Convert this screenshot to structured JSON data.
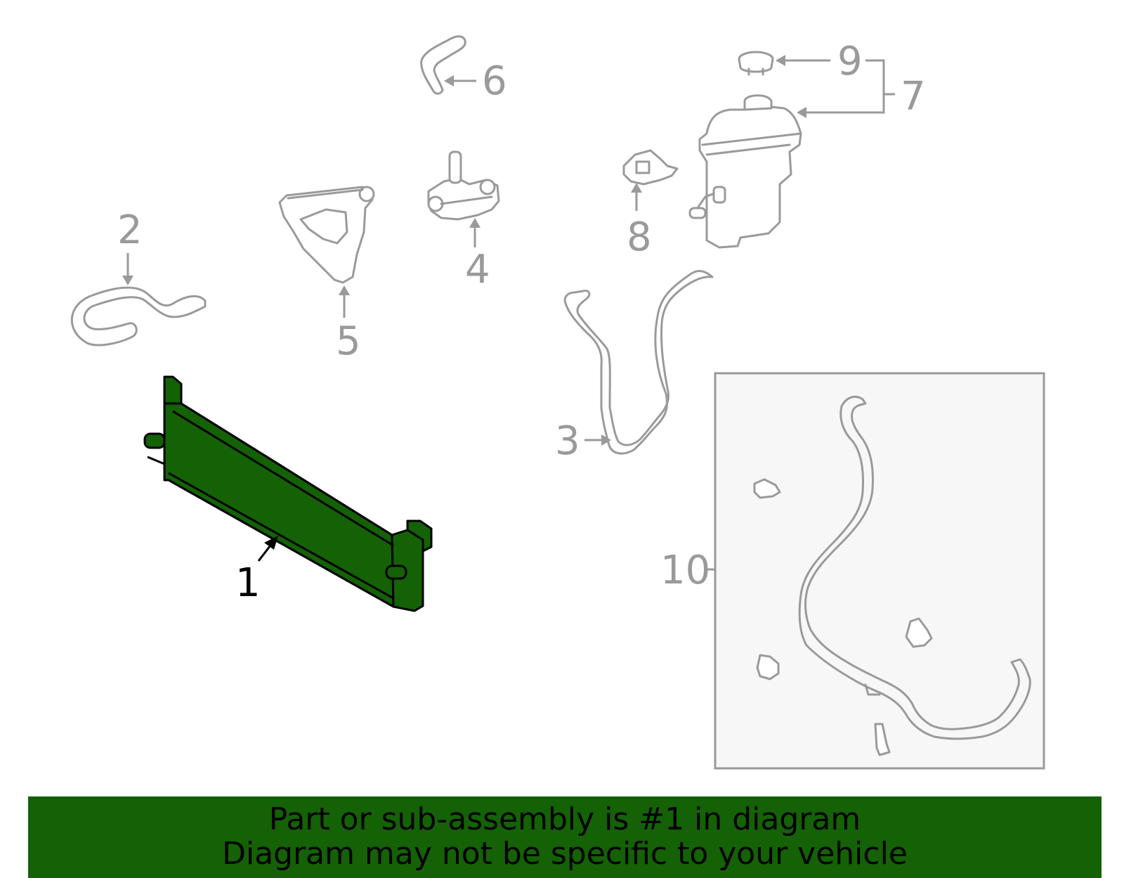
{
  "highlight_color": "#146106",
  "callouts": {
    "c1": "1",
    "c2": "2",
    "c3": "3",
    "c4": "4",
    "c5": "5",
    "c6": "6",
    "c7": "7",
    "c8": "8",
    "c9": "9",
    "c10": "10"
  },
  "highlighted_part": "1",
  "banner": {
    "line1": "Part or sub-assembly is #1 in diagram",
    "line2": "Diagram may not be specific to your vehicle"
  }
}
